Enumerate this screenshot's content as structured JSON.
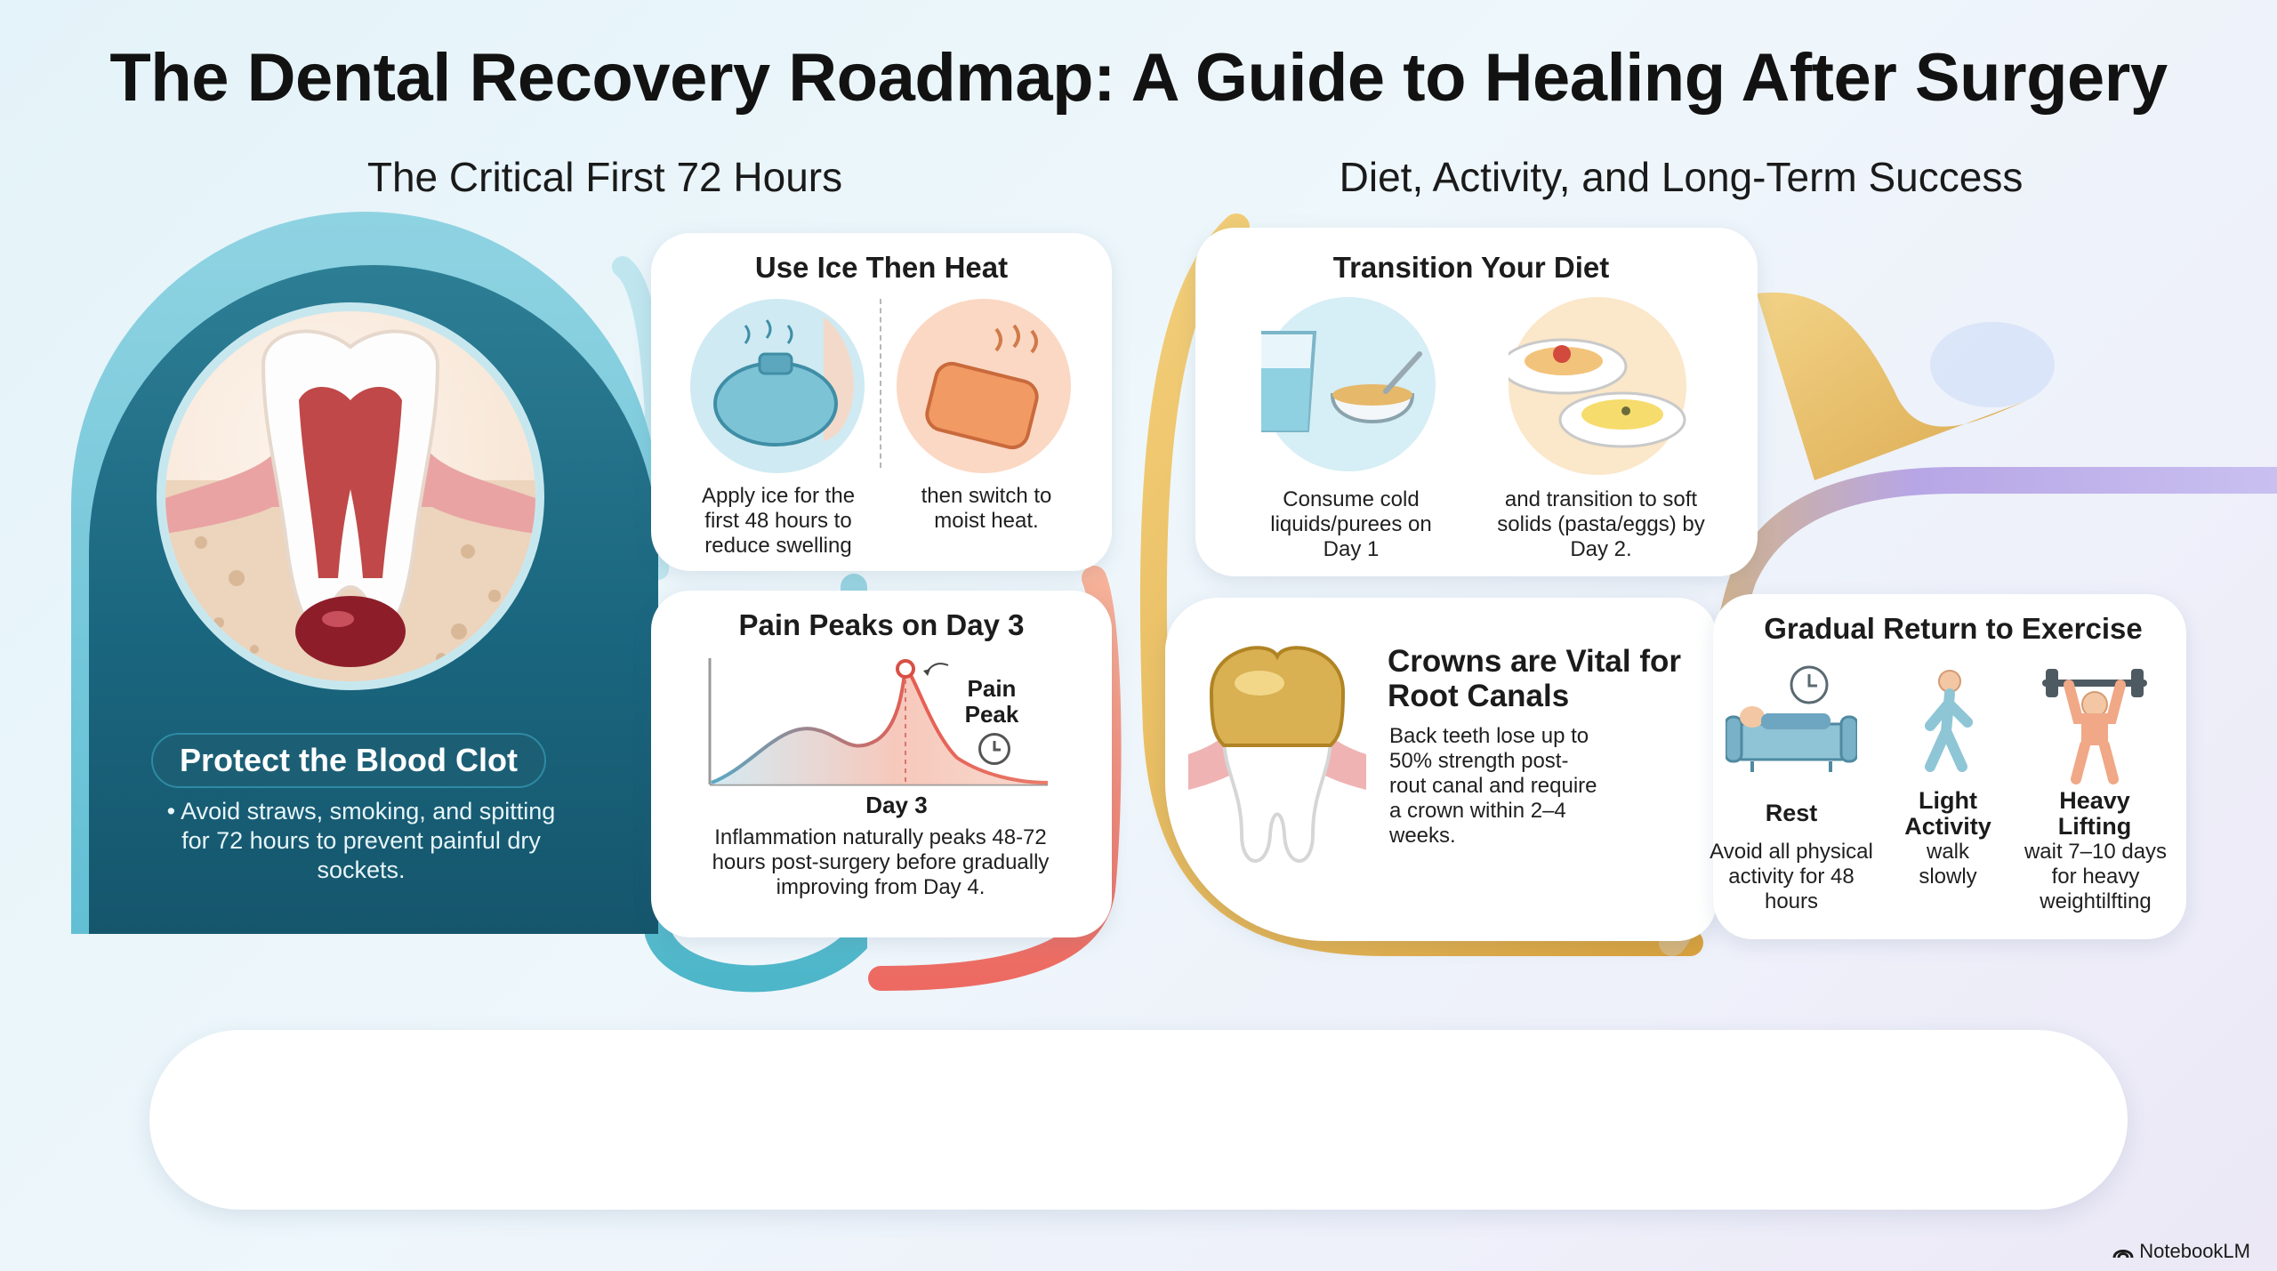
{
  "title": "The Dental Recovery Roadmap: A Guide to Healing After Surgery",
  "sections": {
    "left": "The Critical First 72 Hours",
    "right": "Diet, Activity, and Long-Term Success"
  },
  "blood_clot": {
    "title": "Protect the Blood Clot",
    "text": "• Avoid straws, smoking, and spitting for 72 hours to prevent painful dry sockets."
  },
  "ice_heat": {
    "title": "Use Ice Then Heat",
    "ice_caption": "Apply ice for the first 48 hours to reduce swelling",
    "heat_caption": "then switch to moist heat."
  },
  "pain": {
    "title": "Pain Peaks on Day 3",
    "peak_label": "Pain Peak",
    "day_label": "Day 3",
    "caption": "Inflammation naturally peaks 48-72 hours post-surgery before gradually improving from Day 4."
  },
  "diet": {
    "title": "Transition Your Diet",
    "caption_left": "Consume cold liquids/purees on Day 1",
    "caption_right": "and transition to soft solids (pasta/eggs) by Day 2."
  },
  "crowns": {
    "title": "Crowns are Vital for Root Canals",
    "text": "Back teeth lose up to 50% strength post-rout canal and require a crown within 2–4 weeks."
  },
  "exercise": {
    "title": "Gradual Return to Exercise",
    "items": [
      {
        "label": "Rest",
        "desc": "Avoid all physical activity for 48 hours"
      },
      {
        "label": "Light Activity",
        "desc": "walk slowly"
      },
      {
        "label": "Heavy Lifting",
        "desc": "wait 7–10 days for heavy weightilfting"
      }
    ]
  },
  "brand": "NotebookLM",
  "colors": {
    "teal": "#2d7e95",
    "coral": "#ef7a6d",
    "gold": "#e2b24e",
    "lavender": "#b7a6e6"
  }
}
